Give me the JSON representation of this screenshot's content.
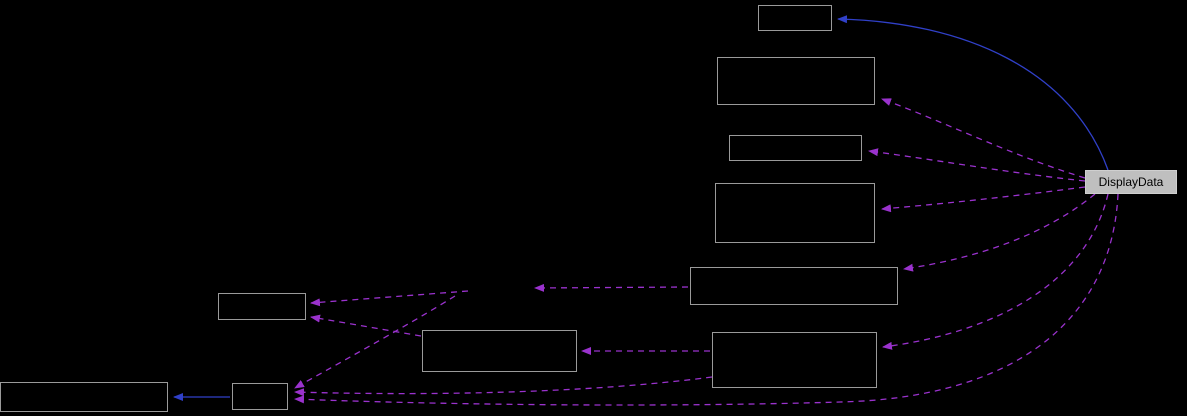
{
  "diagram": {
    "type": "collaboration-graph",
    "background_color": "#000000",
    "node_border_color": "#9a9a9a",
    "edge_colors": {
      "usage_dashed": "#9a32cd",
      "inheritance_solid": "#3040c8"
    },
    "current_node": {
      "label": "DisplayData",
      "bg": "#bfbfbf",
      "text_color": "#000000"
    },
    "nodes": [
      {
        "id": "node-1",
        "label": ""
      },
      {
        "id": "node-2",
        "label": ""
      },
      {
        "id": "node-3",
        "label": ""
      },
      {
        "id": "node-4",
        "label": ""
      },
      {
        "id": "node-5",
        "label": ""
      },
      {
        "id": "node-6",
        "label": ""
      },
      {
        "id": "node-7",
        "label": ""
      },
      {
        "id": "node-8",
        "label": ""
      },
      {
        "id": "node-9",
        "label": ""
      },
      {
        "id": "node-10",
        "label": ""
      }
    ],
    "edges": [
      {
        "from": "displaydata",
        "to": "node-1",
        "style": "solid-blue"
      },
      {
        "from": "displaydata",
        "to": "node-2",
        "style": "dashed-magenta"
      },
      {
        "from": "displaydata",
        "to": "node-3",
        "style": "dashed-magenta"
      },
      {
        "from": "displaydata",
        "to": "node-4",
        "style": "dashed-magenta"
      },
      {
        "from": "displaydata",
        "to": "node-5",
        "style": "dashed-magenta"
      },
      {
        "from": "displaydata",
        "to": "node-8",
        "style": "dashed-magenta"
      },
      {
        "from": "displaydata",
        "to": "node-10",
        "style": "dashed-magenta"
      },
      {
        "from": "node-5",
        "to": "junction",
        "style": "dashed-magenta"
      },
      {
        "from": "junction",
        "to": "node-6",
        "style": "dashed-magenta"
      },
      {
        "from": "node-7",
        "to": "node-6",
        "style": "dashed-magenta"
      },
      {
        "from": "node-8",
        "to": "node-7",
        "style": "dashed-magenta"
      },
      {
        "from": "node-8",
        "to": "node-10",
        "style": "dashed-magenta"
      },
      {
        "from": "junction",
        "to": "node-10",
        "style": "dashed-magenta"
      },
      {
        "from": "node-10",
        "to": "node-9",
        "style": "solid-blue"
      }
    ]
  }
}
